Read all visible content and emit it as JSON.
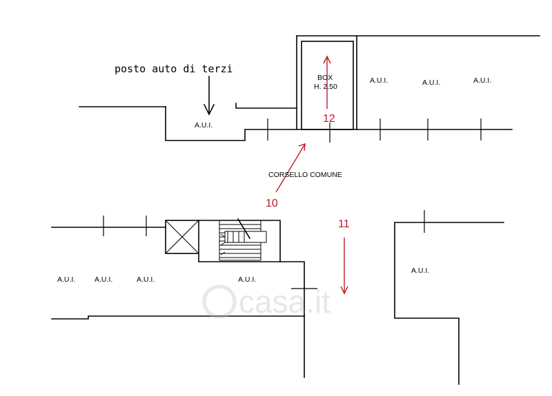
{
  "labels": {
    "posto_auto": "posto auto di terzi",
    "box_line1": "BOX",
    "box_line2": "H. 2.50",
    "corsello": "CORSELLO COMUNE",
    "aui": "A.U.I."
  },
  "markers": {
    "m10": "10",
    "m11": "11",
    "m12": "12"
  },
  "watermark": "casa.it",
  "colors": {
    "lines": "#000000",
    "markers": "#c0182a",
    "watermark": "#bdbdbd"
  }
}
